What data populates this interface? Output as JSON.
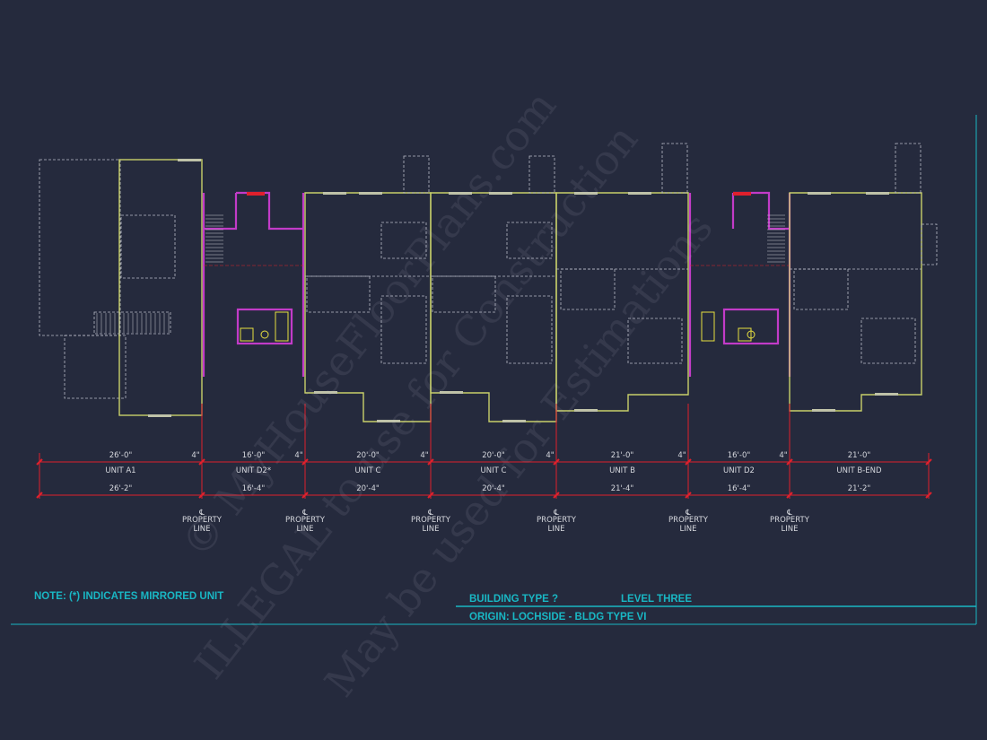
{
  "colors": {
    "background": "#252a3d",
    "dimension": "#e0202c",
    "wall_party": "#c23bc8",
    "wall_exterior": "#c8d06a",
    "fixture": "#e8e040",
    "annotation": "#19b7c4",
    "text": "#d6d8de"
  },
  "dimensions": {
    "units": [
      {
        "name": "UNIT A1",
        "inner": "26'-0\"",
        "outer": "26'-2\"",
        "gap": "4\""
      },
      {
        "name": "UNIT D2*",
        "inner": "16'-0\"",
        "outer": "16'-4\"",
        "gap": "4\""
      },
      {
        "name": "UNIT C",
        "inner": "20'-0\"",
        "outer": "20'-4\"",
        "gap": "4\""
      },
      {
        "name": "UNIT C",
        "inner": "20'-0\"",
        "outer": "20'-4\"",
        "gap": "4\""
      },
      {
        "name": "UNIT B",
        "inner": "21'-0\"",
        "outer": "21'-4\"",
        "gap": "4\""
      },
      {
        "name": "UNIT D2",
        "inner": "16'-0\"",
        "outer": "16'-4\"",
        "gap": "4\""
      },
      {
        "name": "UNIT B-END",
        "inner": "21'-0\"",
        "outer": "21'-2\"",
        "gap": ""
      }
    ],
    "property_line": {
      "symbol": "℄",
      "line1": "PROPERTY",
      "line2": "LINE"
    }
  },
  "notes": {
    "mirrored": "NOTE:  (*)  INDICATES MIRRORED UNIT",
    "building_type": "BUILDING TYPE ?",
    "level": "LEVEL THREE",
    "origin": "ORIGIN: LOCHSIDE - BLDG TYPE VI"
  },
  "watermark": {
    "line1": "© MyHouseFloorPlans.com",
    "line2": "ILLEGAL to use for Construction",
    "line3": "May be used for Estimations"
  }
}
